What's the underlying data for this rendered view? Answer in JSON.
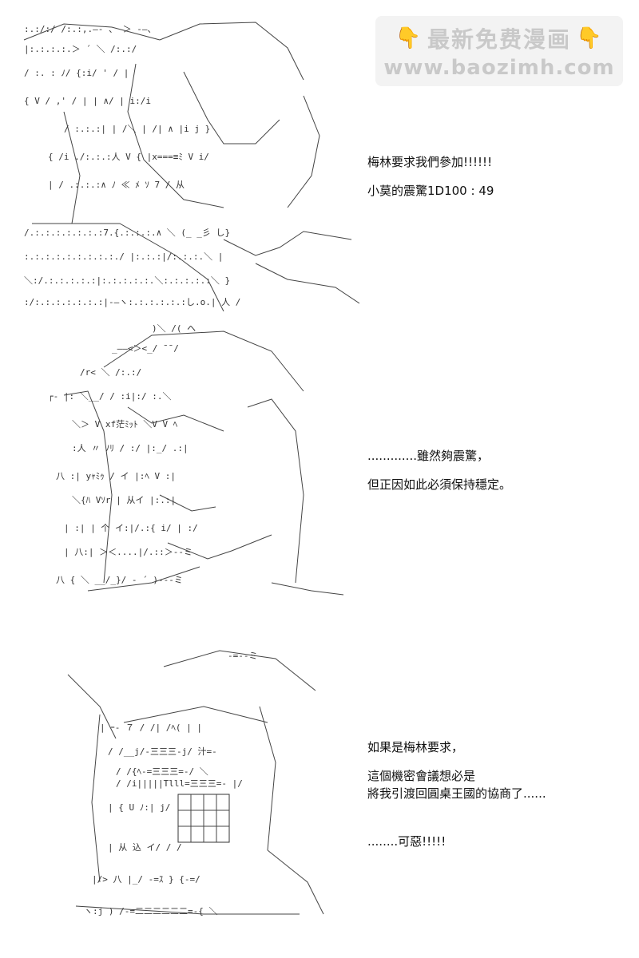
{
  "watermark": {
    "line1": "最新免费漫画",
    "line2": "www.baozimh.com",
    "icon": "pointing-hand-icon"
  },
  "panels": [
    {
      "lines": [
        "梅林要求我們參加!!!!!!",
        "小莫的震驚1D100 : 49"
      ]
    },
    {
      "lines": [
        ".............雖然夠震驚，",
        "但正因如此必須保持穩定。"
      ]
    },
    {
      "lines": [
        "如果是梅林要求，",
        "這個機密會議想必是\n將我引渡回圓桌王國的協商了......",
        "........可惡!!!!!"
      ]
    }
  ]
}
